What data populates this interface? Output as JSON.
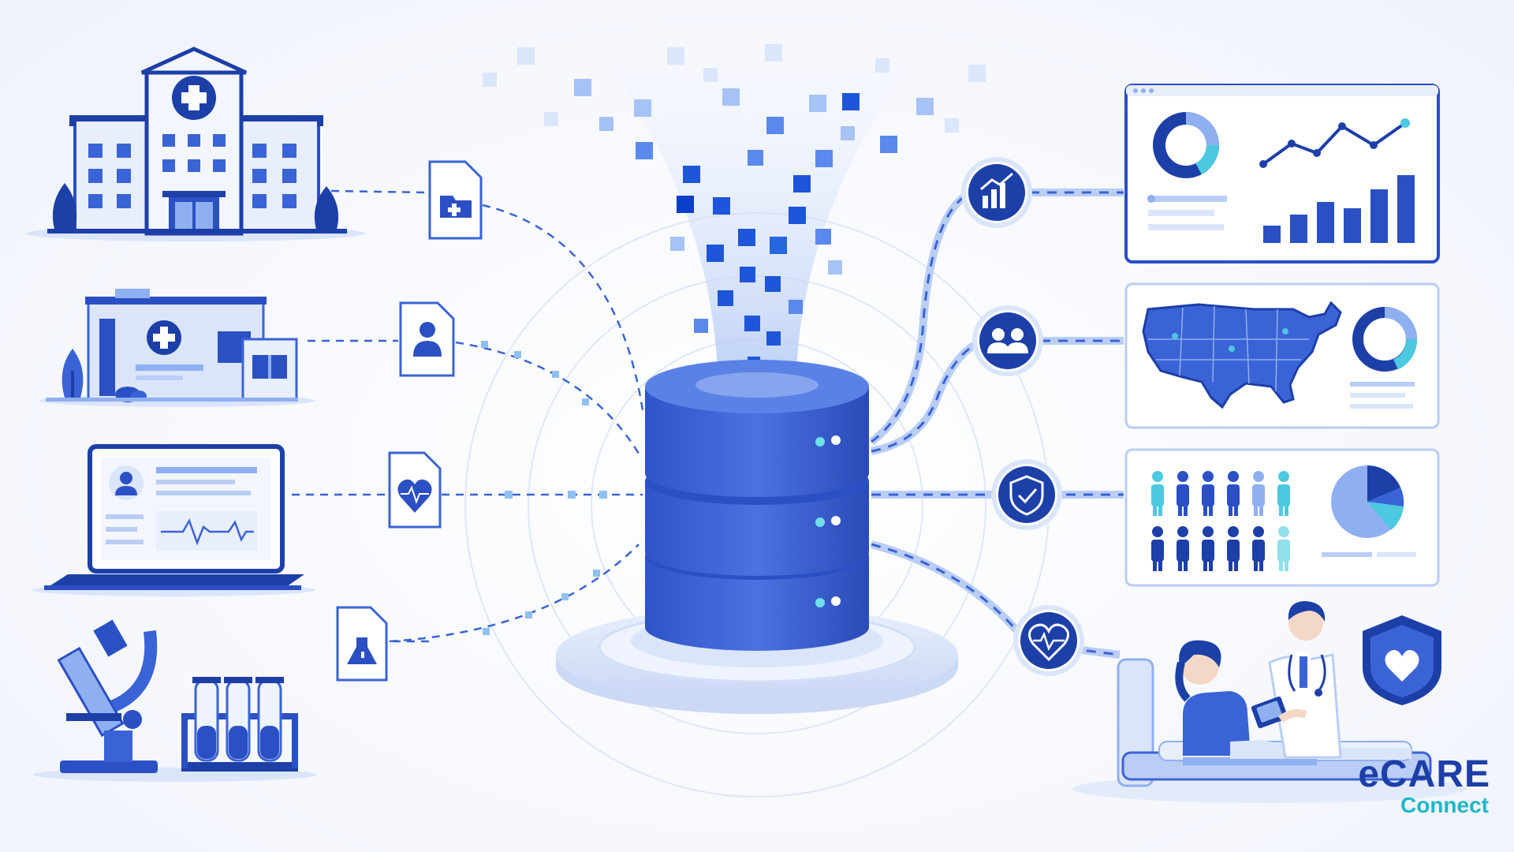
{
  "logo": {
    "brand_e": "e",
    "brand_care": "CARE",
    "sub": "Connect"
  },
  "sources": [
    {
      "name": "hospital",
      "icon": "medical-folder-icon"
    },
    {
      "name": "clinic",
      "icon": "patient-record-icon"
    },
    {
      "name": "ehr-laptop",
      "icon": "heart-document-icon"
    },
    {
      "name": "laboratory",
      "icon": "lab-flask-document-icon"
    }
  ],
  "outputs": [
    {
      "name": "analytics-dashboard",
      "icon": "bar-chart-icon"
    },
    {
      "name": "population-map",
      "icon": "users-icon"
    },
    {
      "name": "demographics-panel",
      "icon": "shield-check-icon"
    },
    {
      "name": "patient-care",
      "icon": "heart-pulse-icon"
    }
  ],
  "colors": {
    "primary": "#1d3fa8",
    "mid": "#3a63d6",
    "light": "#8fb0f0",
    "pale": "#dbe5fb",
    "teal": "#4cc9e0",
    "accent": "#2bbfb4"
  }
}
